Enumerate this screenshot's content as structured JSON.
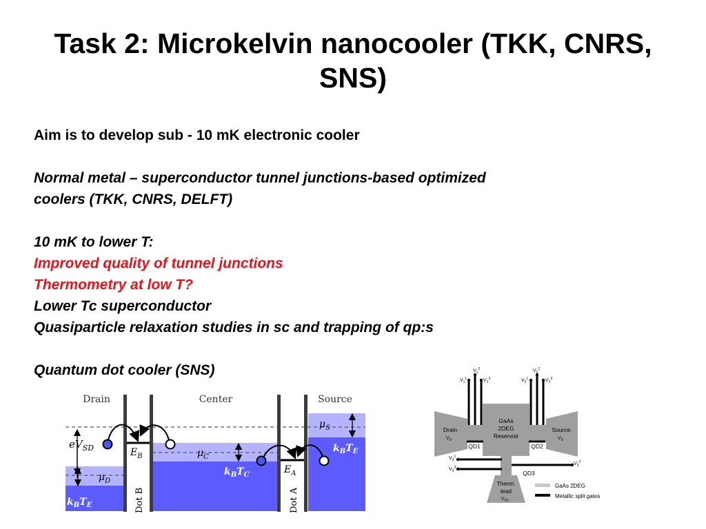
{
  "slide": {
    "title_line1": "Task 2: Microkelvin nanocooler (TKK, CNRS,",
    "title_line2": "SNS)",
    "aim": "Aim is to develop sub - 10 mK electronic cooler",
    "nis_line1": "Normal metal – superconductor tunnel junctions-based optimized",
    "nis_line2": "coolers (TKK, CNRS, DELFT)",
    "lower_t_heading": "10 mK to lower T:",
    "item_tunnel": "Improved quality of tunnel junctions",
    "item_thermometry": "Thermometry at low T?",
    "item_lower_tc": "Lower Tc superconductor",
    "item_qp": "Quasiparticle relaxation studies in sc and trapping of qp:s",
    "qd_heading": "Quantum dot cooler (SNS)"
  },
  "energy_diagram": {
    "drain": "Drain",
    "center": "Center",
    "source": "Source",
    "ev_sd": "eV",
    "ev_sd_sub": "SD",
    "mu_s": "μ",
    "mu_s_sub": "S",
    "mu_c": "μ",
    "mu_c_sub": "C",
    "mu_d": "μ",
    "mu_d_sub": "D",
    "kbt_e_left": "k",
    "kbt_e_right": "k",
    "kbt_c": "k",
    "e_b": "E",
    "e_b_sub": "B",
    "e_a": "E",
    "e_a_sub": "A",
    "dot_b": "Dot B",
    "dot_a": "Dot A",
    "colors": {
      "metal_fill": "#5b5bff",
      "metal_light": "#b3b3ff",
      "barrier": "#3c3c3c",
      "dot_electron": "#4a58e6"
    }
  },
  "device_schematic": {
    "v1_2": "V",
    "v1_2_sub": "1",
    "v1_2_sup": "2",
    "v1_1": "V",
    "v1_1_sub": "1",
    "v1_1_sup": "1",
    "v1_3": "V",
    "v1_3_sub": "1",
    "v1_3_sup": "3",
    "v2_2": "V",
    "v2_2_sub": "2",
    "v2_2_sup": "2",
    "v2_1": "V",
    "v2_1_sub": "2",
    "v2_1_sup": "1",
    "v2_3": "V",
    "v2_3_sub": "2",
    "v2_3_sup": "3",
    "v3_1": "V",
    "v3_1_sub": "3",
    "v3_1_sup": "1",
    "v3_2": "V",
    "v3_2_sub": "3",
    "v3_2_sup": "2",
    "v3_3": "V",
    "v3_3_sub": "3",
    "v3_3_sup": "3",
    "drain_label": "Drain",
    "drain_v": "V",
    "drain_v_sub": "D",
    "source_label": "Source",
    "source_v": "V",
    "source_v_sub": "S",
    "reservoir_line1": "GaAs",
    "reservoir_line2": "2DEG",
    "reservoir_line3": "Reservoir",
    "qd1": "QD1",
    "qd2": "QD2",
    "qd3": "QD3",
    "therm_line1": "Therm.",
    "therm_line2": "lead",
    "therm_v": "V",
    "therm_v_sub": "Th",
    "legend_2deg": "GaAs 2DEG",
    "legend_gates": "Metallic split gates",
    "colors": {
      "twodeg": "#9f9f9f",
      "gate": "#000000",
      "legend_2deg": "#c8c8c8"
    }
  }
}
